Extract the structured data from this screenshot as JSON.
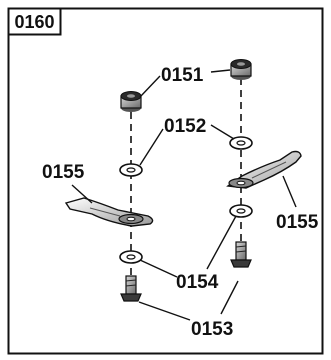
{
  "figure": {
    "ref_number": "0160"
  },
  "callouts": {
    "nut": "0151",
    "washer": "0152",
    "blade_left": "0155",
    "blade_right": "0155",
    "spacer": "0154",
    "bolt": "0153"
  }
}
